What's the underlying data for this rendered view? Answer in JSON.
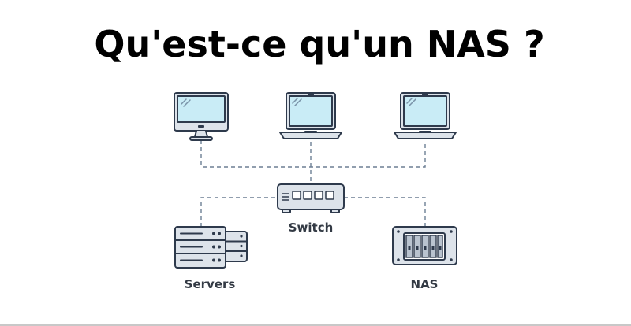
{
  "title": "Qu'est-ce qu'un NAS ?",
  "nodes": {
    "switch": {
      "label": "Switch"
    },
    "servers": {
      "label": "Servers"
    },
    "nas": {
      "label": "NAS"
    }
  },
  "colors": {
    "screen": "#c9ecf6",
    "device_body": "#dde3ea",
    "outline": "#2e3a4c",
    "connector": "#6d7f94",
    "title": "#000000"
  }
}
